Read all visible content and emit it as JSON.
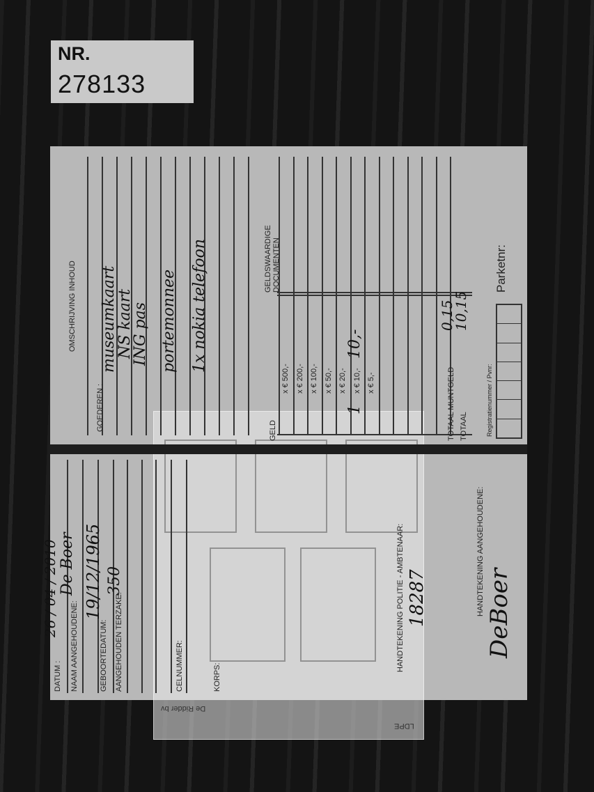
{
  "label": {
    "nr_title": "NR.",
    "nr_value": "278133"
  },
  "personal": {
    "datum_label": "DATUM :",
    "datum_value": "26 / 04 / 2010",
    "naam_label": "NAAM AANGEHOUDENE:",
    "naam_value": "De Boer",
    "geboortedatum_label": "GEBOORTEDATUM:",
    "geboortedatum_value": "19/12/1965",
    "terzake_label": "AANGEHOUDEN TERZAKE:",
    "terzake_value": "350",
    "celnummer_label": "CELNUMMER:",
    "korps_label": "KORPS:",
    "handtekening_politie_label": "HANDTEKENING POLITIE - AMBTENAAR:",
    "handtekening_politie_value": "18287",
    "handtekening_aangehoudene_label": "HANDTEKENING AANGEHOUDENE:",
    "handtekening_aangehoudene_value": "DeBoer"
  },
  "contents": {
    "title": "OMSCHRIJVING INHOUD",
    "goederen_label": "GOEDEREN :",
    "items": [
      "museumkaart",
      "NS kaart",
      "ING pas",
      "portemonnee",
      "1x nokia telefoon"
    ]
  },
  "money": {
    "geld_label": "GELD",
    "documents_label_1": "GELDSWAARDIGE",
    "documents_label_2": "DOCUMENTEN",
    "denominations": [
      "x € 500,-",
      "x € 200,-",
      "x € 100,-",
      "x €  50,-",
      "x €  20,-",
      "x €  10,-",
      "x €   5,-"
    ],
    "count_10": "1",
    "amount_10": "10,-",
    "totaal_muntgeld_label": "TOTAAL MUNTGELD",
    "totaal_muntgeld_value": "0,15",
    "totaal_label": "TOTAAL",
    "totaal_value": "10,15",
    "registratie_label": "Registratienummer / Pvnr:",
    "parketnr_label": "Parketnr:"
  },
  "insert": {
    "brand": "De Ridder bv",
    "recycle": "LDPE"
  }
}
